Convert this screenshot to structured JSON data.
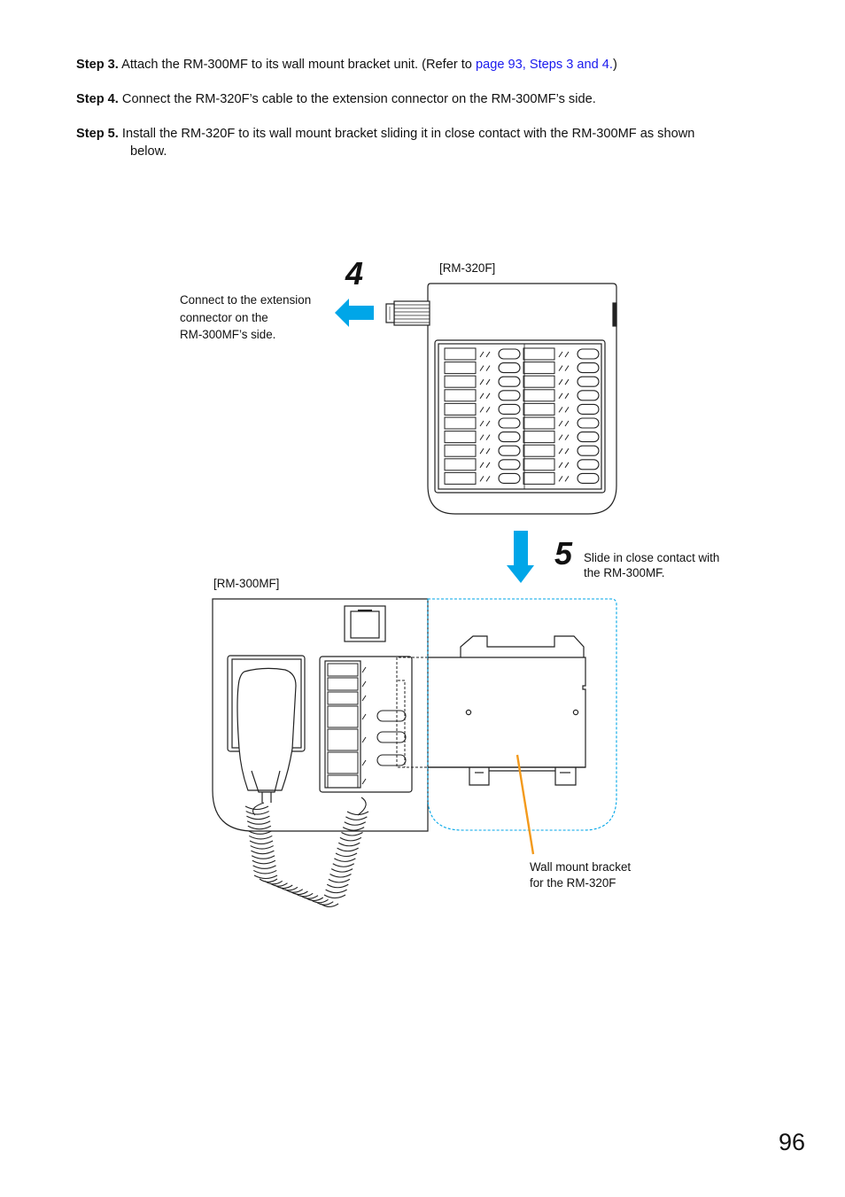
{
  "steps": [
    {
      "label": "Step 3.",
      "text_before": " Attach the RM-300MF to its wall mount bracket unit. (Refer to ",
      "link": "page 93, Steps 3 and 4.",
      "text_after": ")"
    },
    {
      "label": "Step 4.",
      "text": " Connect the RM-320F’s cable to the extension connector on the RM-300MF’s side."
    },
    {
      "label": "Step 5.",
      "text_line1": " Install the RM-320F to its wall mount bracket sliding it in close contact with the RM-300MF as shown",
      "text_line2": "below."
    }
  ],
  "figure": {
    "step4_number": "4",
    "step5_number": "5",
    "rm320f_label": "[RM-320F]",
    "rm300mf_label": "[RM-300MF]",
    "connect_caption": [
      "Connect to the extension",
      "connector on the",
      "RM-300MF’s side."
    ],
    "slide_caption": [
      "Slide in close contact with",
      "the RM-300MF."
    ],
    "bracket_caption": [
      "Wall mount bracket",
      "for the RM-320F"
    ],
    "colors": {
      "arrow": "#00a6e8",
      "leader_line": "#f39a1c",
      "dashed_outline": "#00a6e8",
      "line": "#222222"
    }
  },
  "page_number": "96"
}
